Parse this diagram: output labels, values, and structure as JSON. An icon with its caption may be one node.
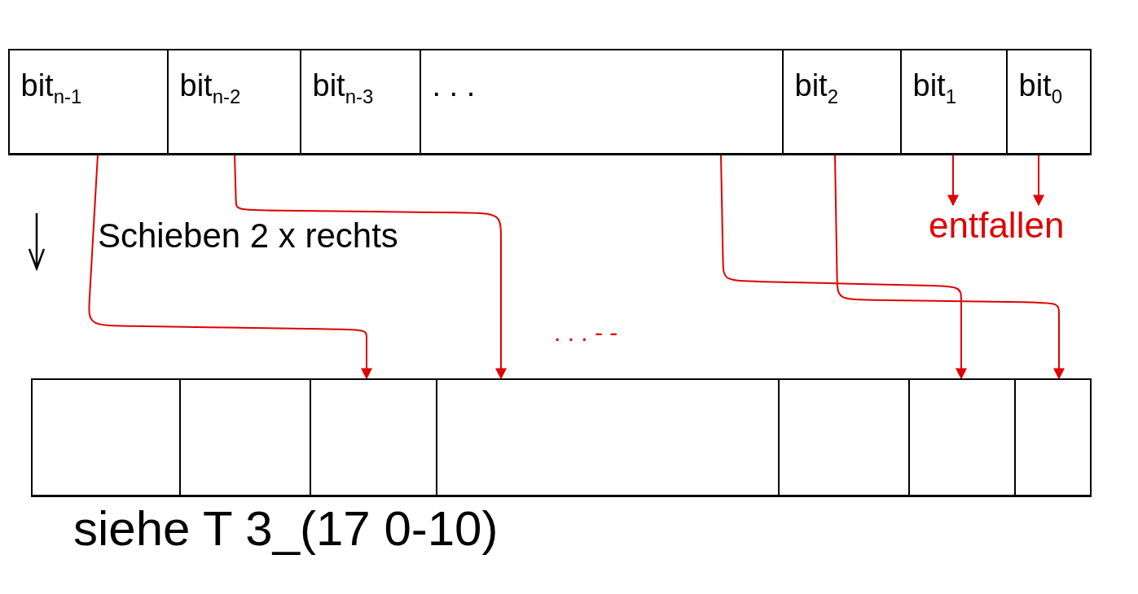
{
  "diagram": {
    "nodes": [
      {
        "text": [],
        "shape": "box"
      },
      {
        "text": [
          "bit$_{n-1}$"
        ],
        "in": 0
      },
      {
        "text": [
          "bit$_{n-2}$"
        ],
        "in": 0
      },
      {
        "text": [
          "bit$_{n-3}$"
        ],
        "in": 0
      },
      {
        "text": [
          ". . ."
        ],
        "in": 0
      },
      {
        "text": [
          "bit$_{2}$"
        ],
        "in": 0
      },
      {
        "text": [
          "bit$_{1}$"
        ],
        "in": 0
      },
      {
        "text": [
          "bit$_{0}$"
        ],
        "in": 0
      },
      {
        "text": [],
        "shape": "box"
      },
      {
        "text": [],
        "in": 8,
        "shape": "box"
      },
      {
        "text": [],
        "in": 8,
        "shape": "box"
      },
      {
        "text": [],
        "in": 8,
        "shape": "box"
      },
      {
        "text": [],
        "in": 8,
        "shape": "box"
      },
      {
        "text": [],
        "in": 8,
        "shape": "box"
      },
      {
        "text": [],
        "in": 8,
        "shape": "box"
      },
      {
        "text": [],
        "in": 8,
        "shape": "box"
      },
      {
        "text": [
          "entfallen"
        ]
      }
    ],
    "edges": [
      {
        "from": 1,
        "to": 11,
        "arrow": "to"
      },
      {
        "from": 2,
        "to": 12,
        "arrow": "to"
      },
      {
        "from": 4,
        "to": 14,
        "arrow": "to"
      },
      {
        "from": 5,
        "to": 15,
        "arrow": "to"
      },
      {
        "from": 6,
        "to": 16,
        "arrow": "to"
      },
      {
        "from": 7,
        "to": 16,
        "arrow": "to"
      }
    ],
    "labels": [
      "Schieben 2 x rechts",
      ". . . - -",
      "siehe T 3_(17 0-10)"
    ]
  }
}
